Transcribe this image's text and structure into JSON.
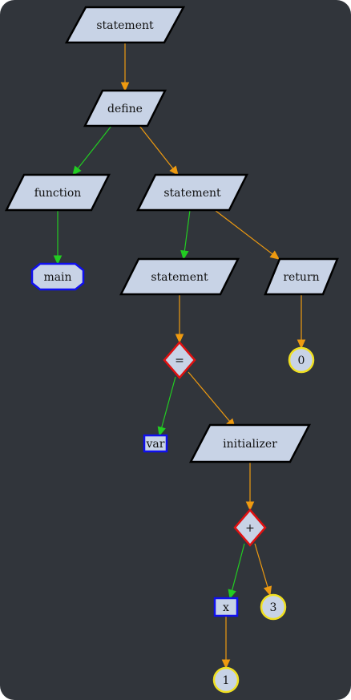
{
  "diagram": {
    "nodes": [
      {
        "id": "n1",
        "label": "statement",
        "shape": "parallelogram"
      },
      {
        "id": "n2",
        "label": "define",
        "shape": "parallelogram"
      },
      {
        "id": "n3",
        "label": "function",
        "shape": "parallelogram"
      },
      {
        "id": "n4",
        "label": "statement",
        "shape": "parallelogram"
      },
      {
        "id": "n5",
        "label": "main",
        "shape": "octagon"
      },
      {
        "id": "n6",
        "label": "statement",
        "shape": "parallelogram"
      },
      {
        "id": "n7",
        "label": "return",
        "shape": "parallelogram"
      },
      {
        "id": "n8",
        "label": "=",
        "shape": "diamond"
      },
      {
        "id": "n9",
        "label": "0",
        "shape": "circle"
      },
      {
        "id": "n10",
        "label": "var",
        "shape": "box"
      },
      {
        "id": "n11",
        "label": "initializer",
        "shape": "parallelogram"
      },
      {
        "id": "n12",
        "label": "+",
        "shape": "diamond"
      },
      {
        "id": "n13",
        "label": "x",
        "shape": "box"
      },
      {
        "id": "n14",
        "label": "3",
        "shape": "circle"
      },
      {
        "id": "n15",
        "label": "1",
        "shape": "circle"
      }
    ],
    "edges": [
      {
        "from": "n1",
        "to": "n2",
        "color": "orange"
      },
      {
        "from": "n2",
        "to": "n3",
        "color": "green"
      },
      {
        "from": "n2",
        "to": "n4",
        "color": "orange"
      },
      {
        "from": "n3",
        "to": "n5",
        "color": "green"
      },
      {
        "from": "n4",
        "to": "n6",
        "color": "green"
      },
      {
        "from": "n4",
        "to": "n7",
        "color": "orange"
      },
      {
        "from": "n6",
        "to": "n8",
        "color": "orange"
      },
      {
        "from": "n7",
        "to": "n9",
        "color": "orange"
      },
      {
        "from": "n8",
        "to": "n10",
        "color": "green"
      },
      {
        "from": "n8",
        "to": "n11",
        "color": "orange"
      },
      {
        "from": "n11",
        "to": "n12",
        "color": "orange"
      },
      {
        "from": "n12",
        "to": "n13",
        "color": "green"
      },
      {
        "from": "n12",
        "to": "n14",
        "color": "orange"
      },
      {
        "from": "n13",
        "to": "n15",
        "color": "orange"
      }
    ]
  },
  "colors": {
    "background": "#31353b",
    "node_fill": "#c8d3e6",
    "node_stroke": "#000000",
    "octagon_stroke": "#1010ee",
    "box_stroke": "#1010ee",
    "diamond_stroke": "#e01010",
    "circle_stroke": "#f0e020",
    "edge_green": "#22cc22",
    "edge_orange": "#ee9a10"
  }
}
